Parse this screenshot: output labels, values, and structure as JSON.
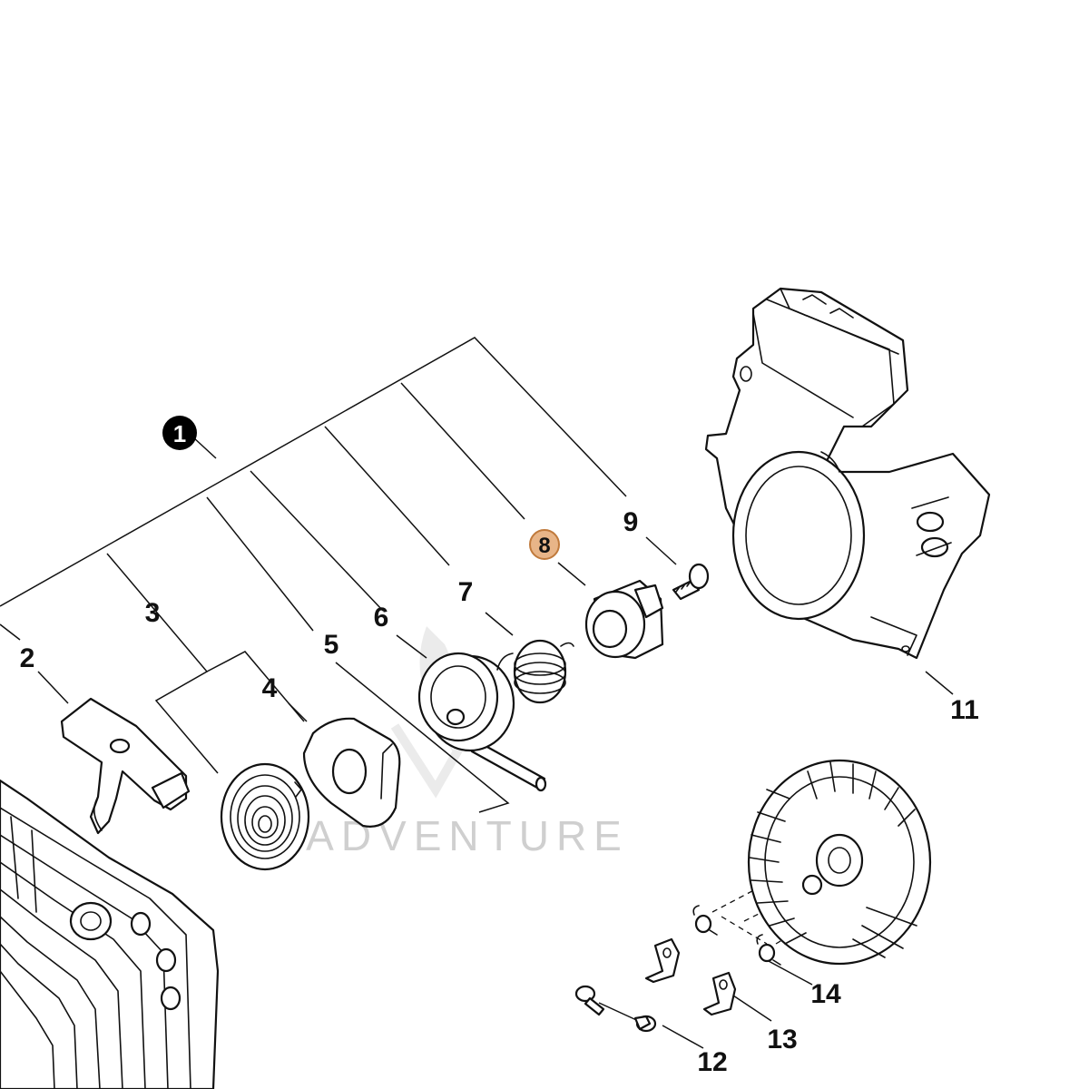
{
  "labels": {
    "assembly": "1",
    "l2": "2",
    "l3": "3",
    "l4": "4",
    "l5": "5",
    "l6": "6",
    "l7": "7",
    "l8": "8",
    "l9": "9",
    "l11": "11",
    "l12": "12",
    "l13": "13",
    "l14": "14"
  },
  "watermark": "ADVENTURE",
  "colors": {
    "line": "#111111",
    "highlight_fill": "#e8b588",
    "highlight_stroke": "#c07a3c",
    "assembly_badge": "#000000",
    "watermark": "#cfcfcf"
  }
}
